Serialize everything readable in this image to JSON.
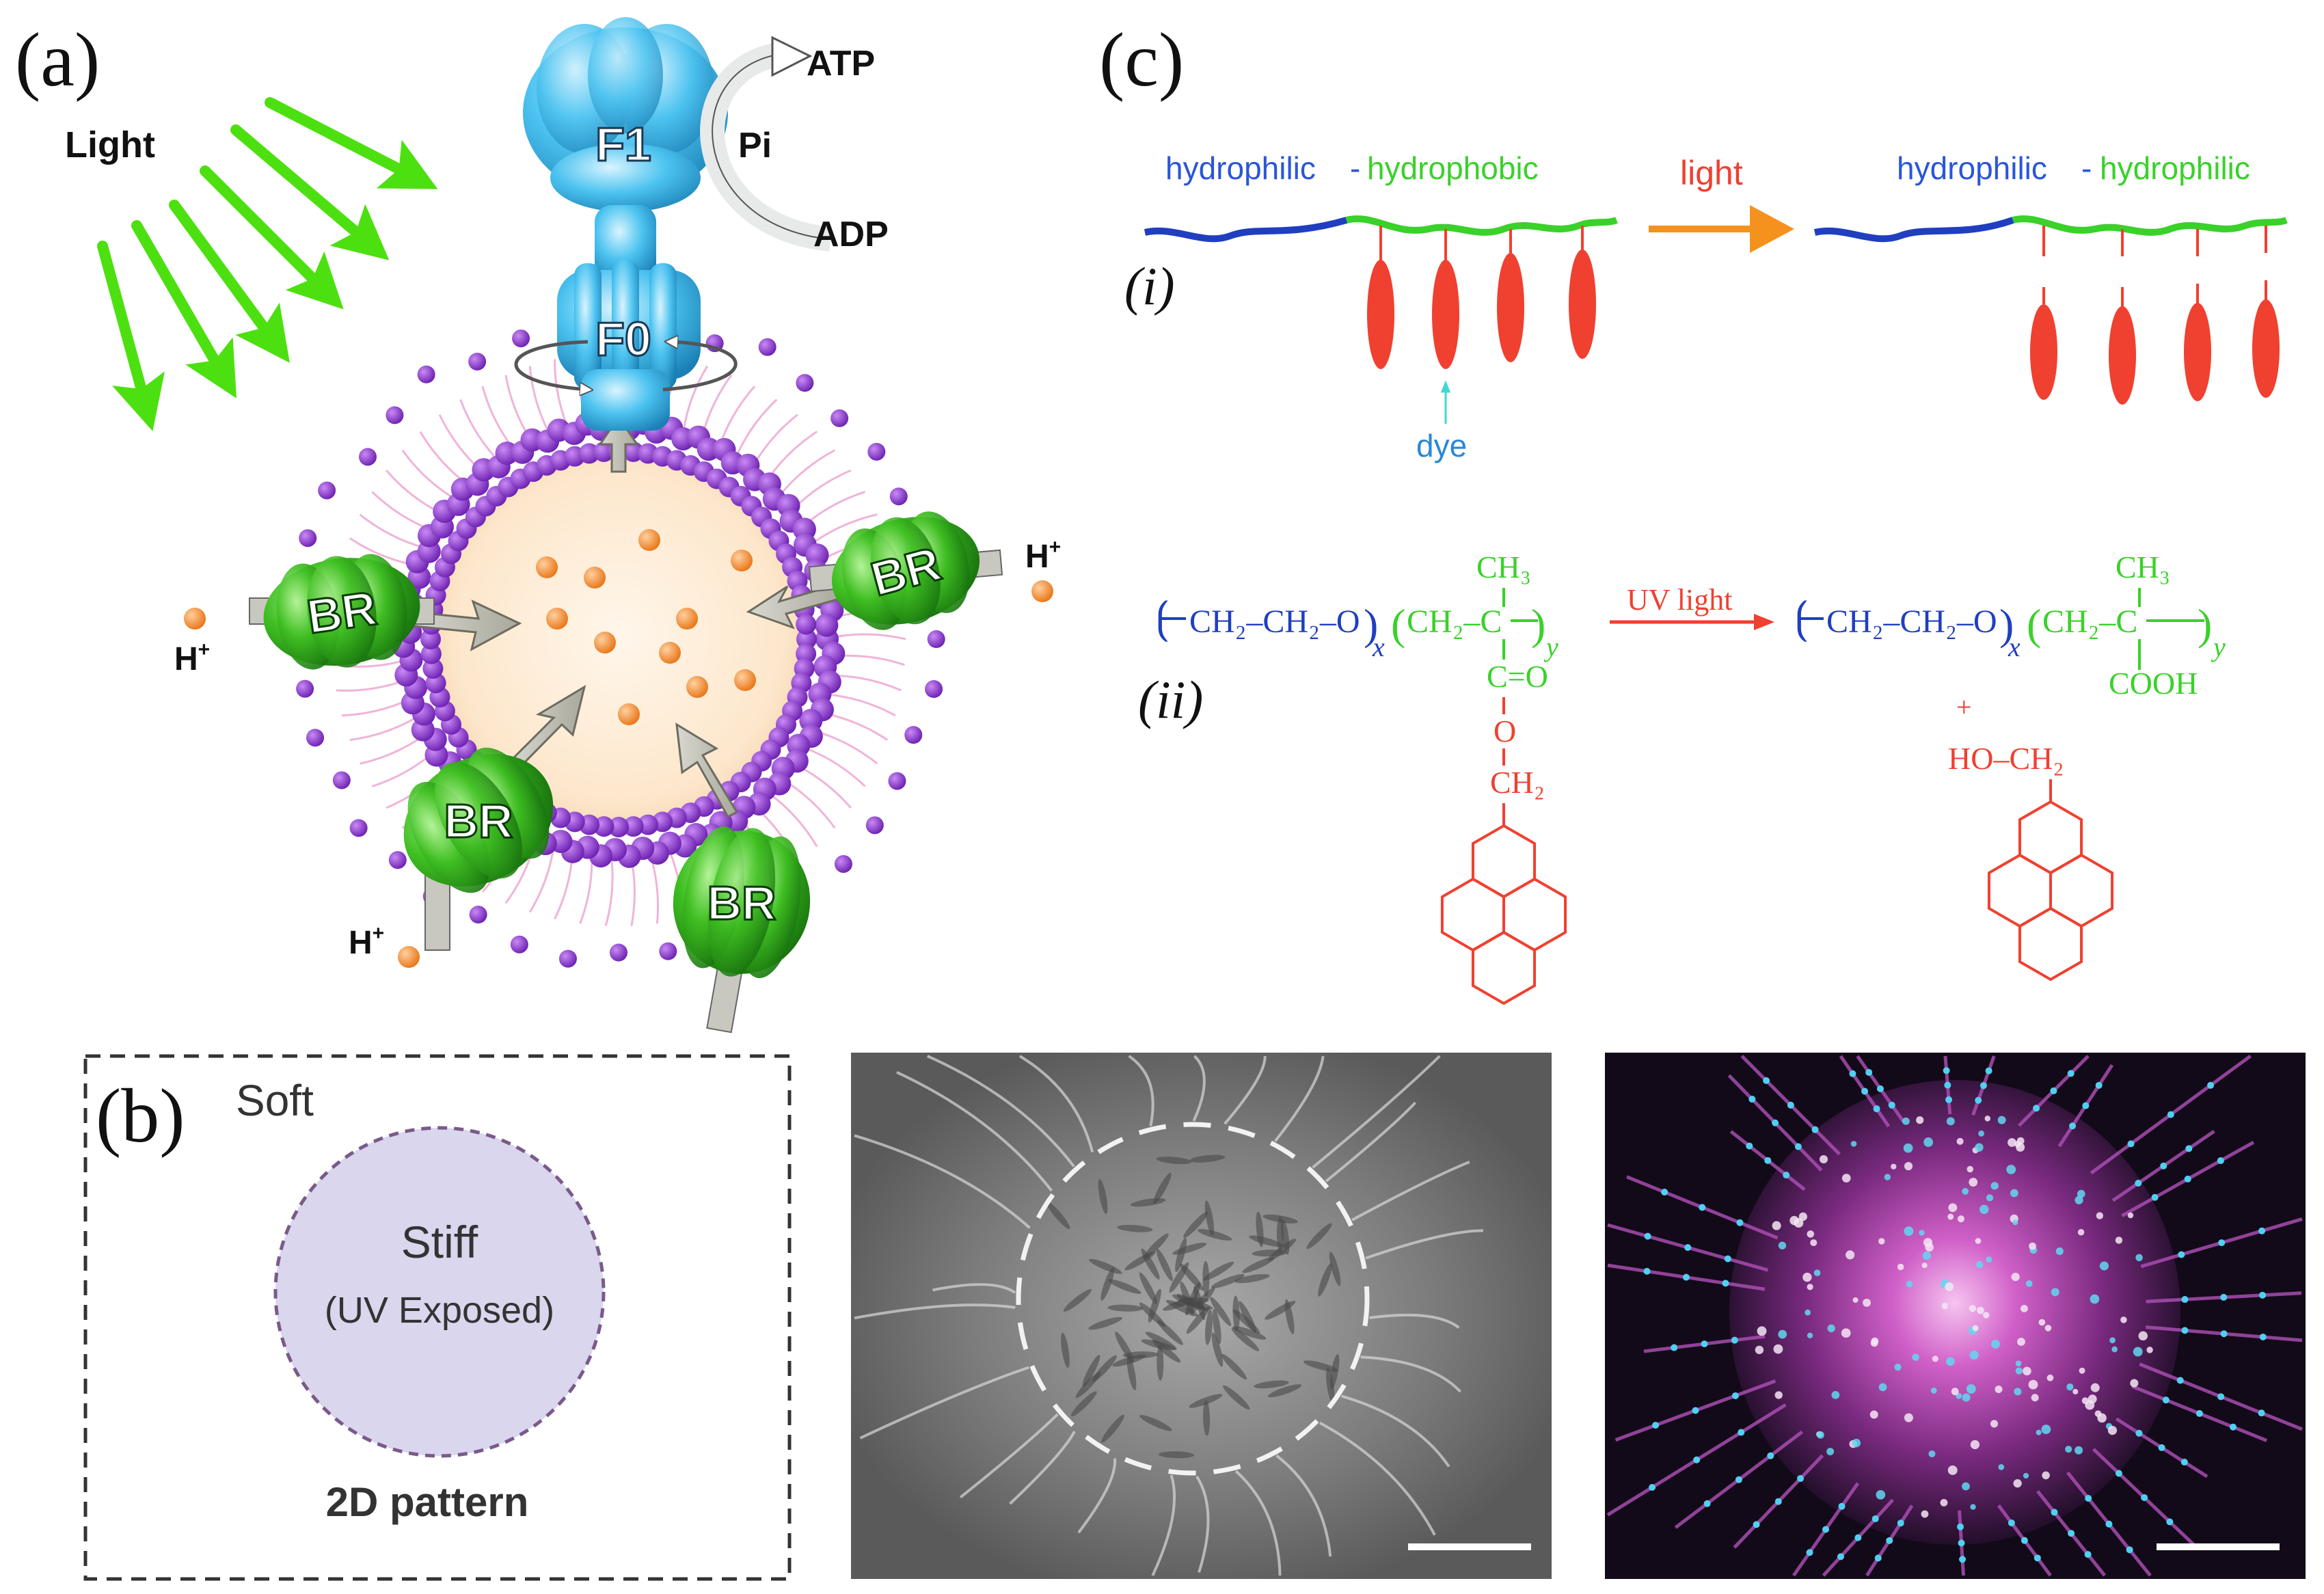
{
  "panel_a": {
    "label": "(a)",
    "light_label": "Light",
    "f1_label": "F1",
    "f0_label": "F0",
    "atp_label": "ATP",
    "pi_label": "Pi",
    "adp_label": "ADP",
    "br_label": "BR",
    "proton_label": "H",
    "proton_charge": "+"
  },
  "panel_b": {
    "label": "(b)",
    "soft_label": "Soft",
    "stiff_label": "Stiff",
    "uv_exposed_label": "(UV Exposed)",
    "pattern_label": "2D pattern"
  },
  "panel_c": {
    "label": "(c)",
    "roman_i": "(i)",
    "roman_ii": "(ii)",
    "left_hydrophilic": "hydrophilic",
    "left_dash": "-",
    "left_hydrophobic": "hydrophobic",
    "light_label": "light",
    "right_hydrophilic_1": "hydrophilic",
    "right_dash": "-",
    "right_hydrophilic_2": "hydrophilic",
    "dye_label": "dye",
    "uv_light_label": "UV light",
    "peg_left": "CH₂–CH₂–O",
    "sub_x": "x",
    "sub_y": "y",
    "ch2_left": "CH₂–C",
    "ch3": "CH₃",
    "c_double_o": "C=O",
    "o_atom": "O",
    "ch2_linker": "CH₂",
    "peg_right": "CH₂–CH₂–O",
    "ch2_right": "CH₂–C",
    "cooh": "COOH",
    "plus": "+",
    "ho_ch2": "HO–CH₂"
  },
  "colors": {
    "light_green": "#4de010",
    "atp_synthase_blue": "#3ab6ea",
    "lipid_purple": "#8a2be2",
    "lipid_tail_pink": "#f0b4d8",
    "vesicle_interior": "#fdebd4",
    "proton_orange": "#f08a24",
    "br_green": "#2fb81e",
    "hydrophilic_blue": "#1f3fc0",
    "hydrophobic_green": "#3ad12a",
    "dye_red": "#f04030",
    "arrow_orange": "#f5921e",
    "stiff_fill": "#d9d6ee",
    "stiff_border": "#7a5a8a",
    "fluorescence_magenta": "#c040c0",
    "fluorescence_cyan": "#50d0f0"
  }
}
